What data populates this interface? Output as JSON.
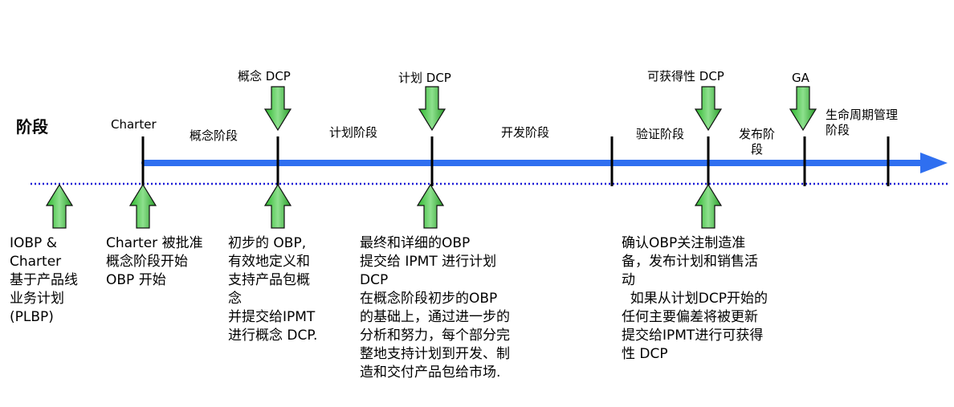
{
  "stage_title": "阶段",
  "charter_label": "Charter",
  "gates": {
    "concept_dcp": "概念 DCP",
    "plan_dcp": "计划 DCP",
    "availability_dcp": "可获得性 DCP",
    "ga": "GA"
  },
  "phases": {
    "concept": "概念阶段",
    "plan": "计划阶段",
    "development": "开发阶段",
    "verification": "验证阶段",
    "launch": [
      "发布阶",
      "段"
    ],
    "lifecycle": [
      "生命周期管理",
      "阶段"
    ]
  },
  "descriptions": {
    "iobp": [
      "IOBP &",
      "Charter",
      "基于产品线",
      "业务计划",
      "(PLBP)"
    ],
    "charter": [
      "Charter 被批准",
      "概念阶段开始",
      "OBP 开始"
    ],
    "concept": [
      "初步的 OBP,",
      "有效地定义和",
      "支持产品包概",
      "念",
      "并提交给IPMT",
      "进行概念 DCP."
    ],
    "plan": [
      "最终和详细的OBP",
      "提交给 IPMT 进行计划",
      "DCP",
      "在概念阶段初步的OBP",
      "的基础上，通过进一步的",
      "分析和努力，每个部分完",
      "整地支持计划到开发、制",
      "造和交付产品包给市场."
    ],
    "availability": [
      "确认OBP关注制造准",
      "备，发布计划和销售活",
      "动",
      "  如果从计划DCP开始的",
      "任何主要偏差将被更新",
      "提交给IPMT进行可获得",
      "性 DCP"
    ]
  },
  "colors": {
    "timeline": "#2f6ff0",
    "dotted_line": "#1a1ad6",
    "arrow_fill_top": "#2db82d",
    "arrow_fill_bottom": "#b6f0b6",
    "arrow_stroke": "#111111"
  }
}
